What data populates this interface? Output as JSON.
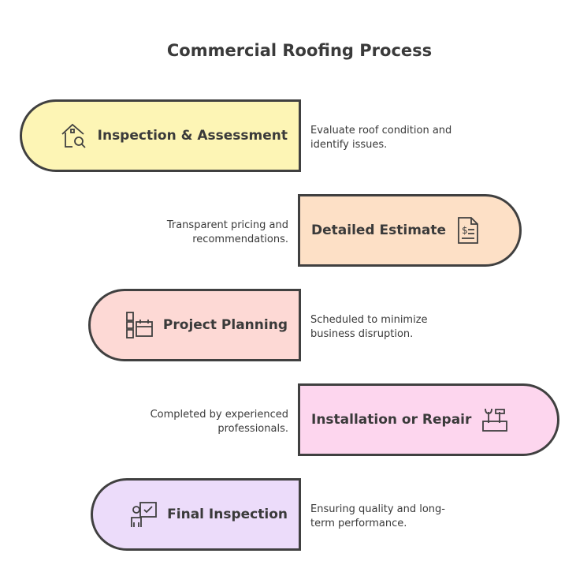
{
  "title": "Commercial Roofing Process",
  "steps": [
    {
      "label": "Inspection & Assessment",
      "description": "Evaluate roof condition and identify issues.",
      "color": "#fdf5b5",
      "icon": "house-search-icon"
    },
    {
      "label": "Detailed Estimate",
      "description": "Transparent pricing and recommendations.",
      "color": "#fde0c6",
      "icon": "invoice-dollar-icon"
    },
    {
      "label": "Project Planning",
      "description": "Scheduled to minimize business disruption.",
      "color": "#fdd9d5",
      "icon": "calendar-plan-icon"
    },
    {
      "label": "Installation or Repair",
      "description": "Completed by experienced professionals.",
      "color": "#fdd6ee",
      "icon": "toolbox-icon"
    },
    {
      "label": "Final Inspection",
      "description": "Ensuring quality and long-term performance.",
      "color": "#ecdcfa",
      "icon": "inspector-icon"
    }
  ]
}
